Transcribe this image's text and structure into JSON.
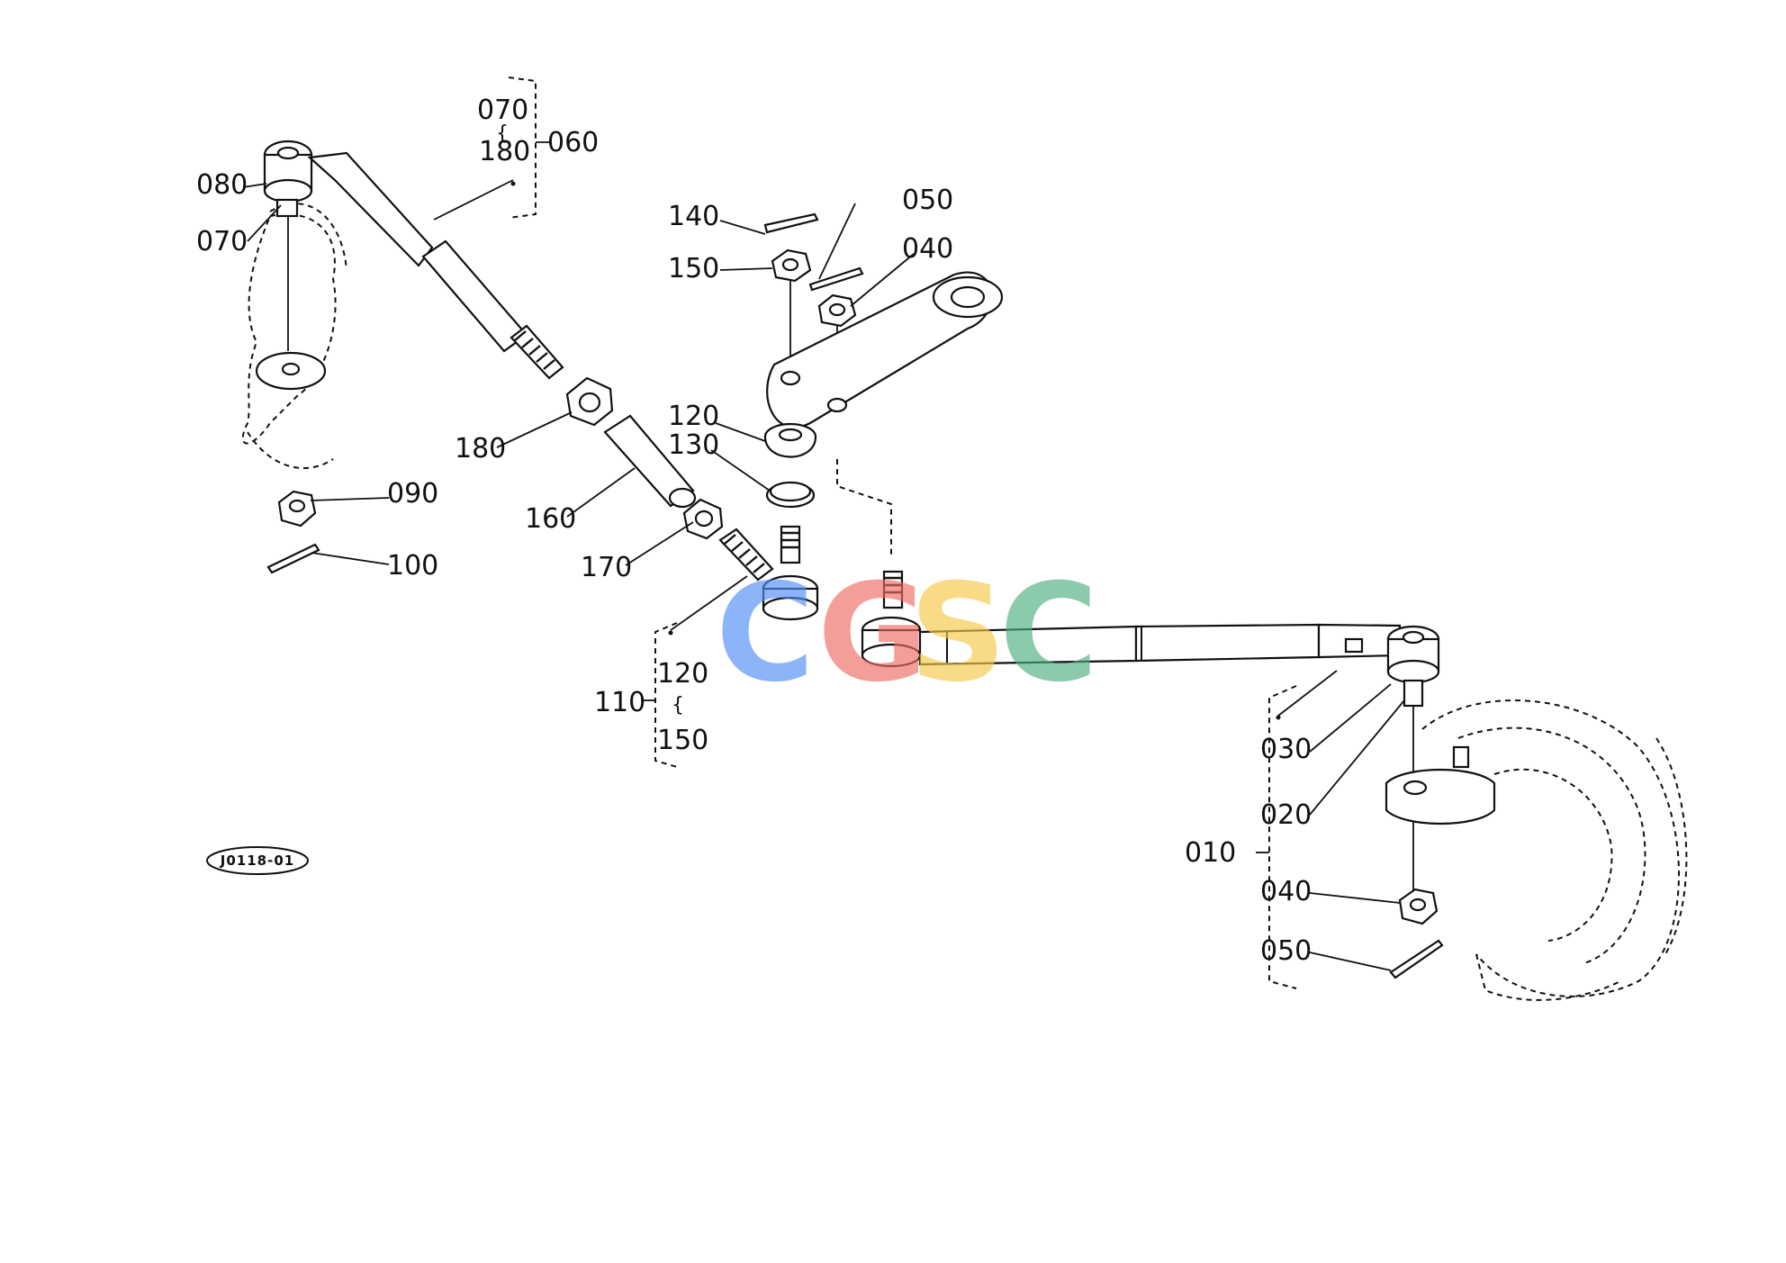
{
  "diagram_code": "J0118-01",
  "labels": {
    "a070_top": "070",
    "a180_top": "180",
    "a060": "060",
    "a080": "080",
    "a070_left": "070",
    "a140": "140",
    "a050_top": "050",
    "a150_top": "150",
    "a040_top": "040",
    "a120_mid": "120",
    "a130": "130",
    "a180_mid": "180",
    "a160": "160",
    "a090": "090",
    "a100": "100",
    "a170": "170",
    "a110": "110",
    "a120_sub": "120",
    "a150_sub": "150",
    "a030": "030",
    "a020": "020",
    "a010": "010",
    "a040_bot": "040",
    "a050_bot": "050"
  },
  "range_glyph": "{",
  "watermark": {
    "letters": [
      "C",
      "G",
      "S",
      "C"
    ],
    "colors": [
      "#4f8df5",
      "#ee6b60",
      "#f7c948",
      "#4eae7e"
    ]
  }
}
